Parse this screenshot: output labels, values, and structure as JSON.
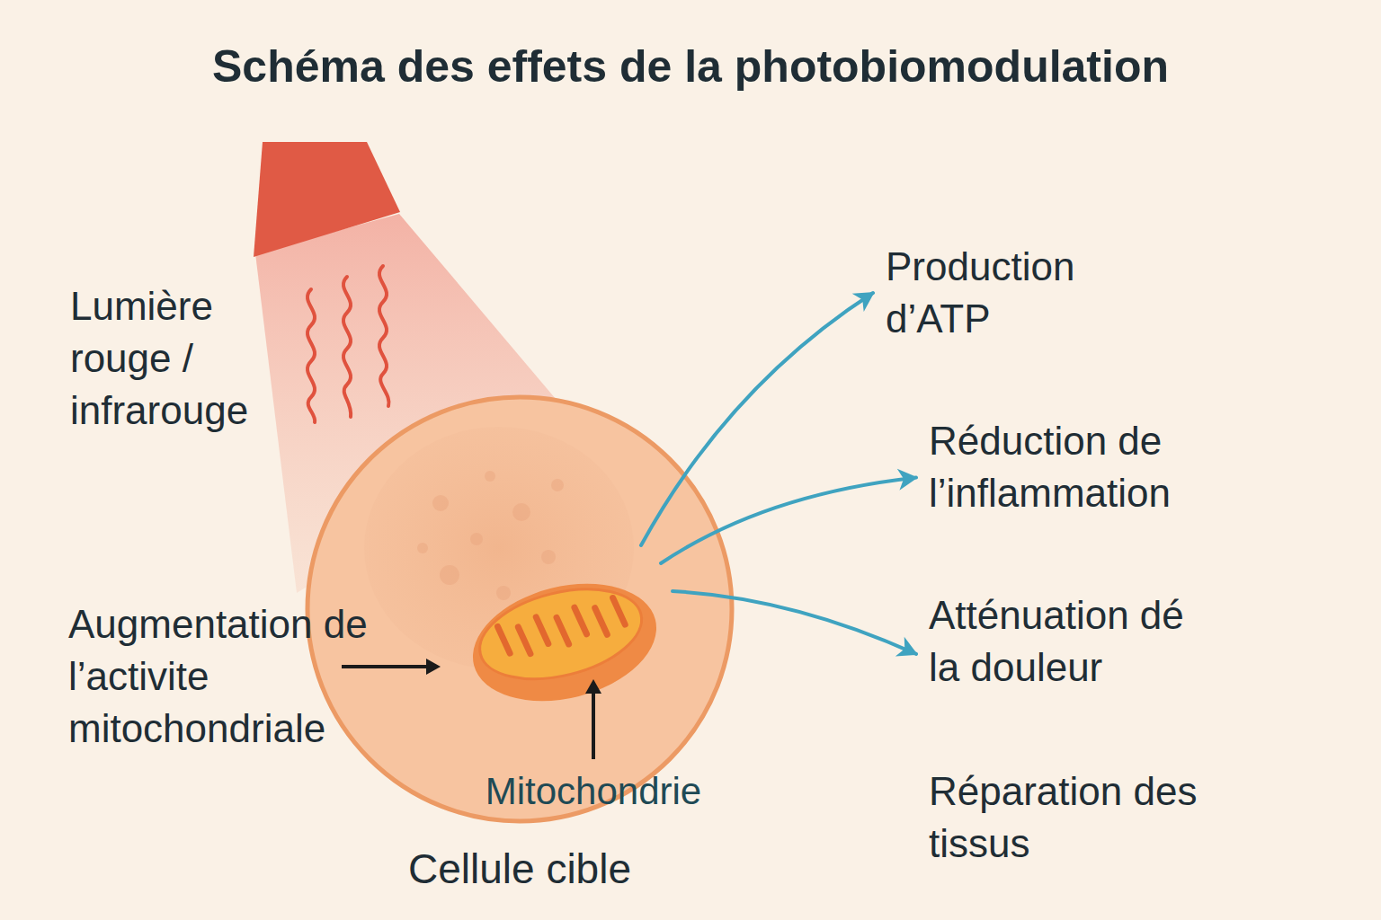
{
  "diagram": {
    "title": "Schéma des effets de la photobiomodulation",
    "nodes": [
      {
        "text": [
          "Cellule cible"
        ]
      },
      {
        "text": [
          "Production d’ATP"
        ]
      },
      {
        "text": [
          "Réduction de l’inflammation"
        ]
      },
      {
        "text": [
          "Atténuation dé la douleur"
        ]
      },
      {
        "text": [
          "Réparation des tissus"
        ]
      }
    ],
    "edges": [
      {
        "from": 0,
        "to": 1,
        "arrow": "to"
      },
      {
        "from": 0,
        "to": 2,
        "arrow": "to"
      },
      {
        "from": 0,
        "to": 3,
        "arrow": "to"
      }
    ],
    "labels": [
      "Lumière rouge / infrarouge",
      "Augmentation de l’activite mitochondriale",
      "Mitochondrie"
    ]
  }
}
